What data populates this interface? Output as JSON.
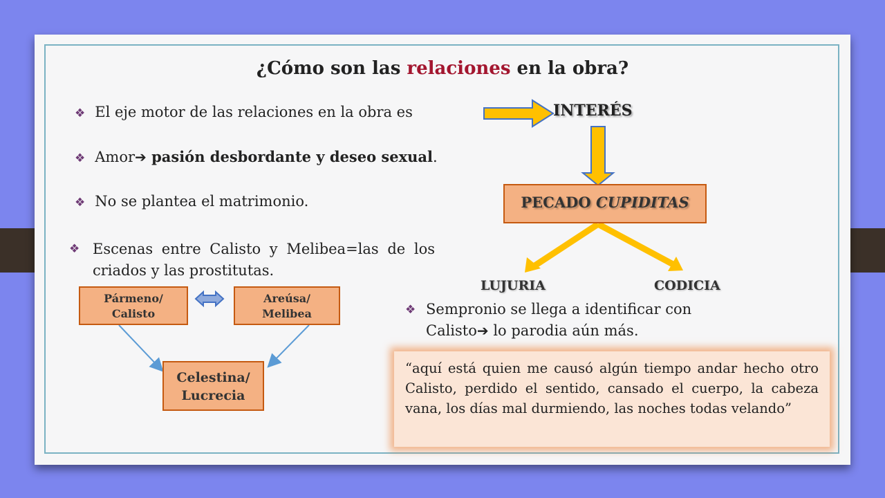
{
  "title": {
    "before": "¿Cómo son las ",
    "highlight": "relaciones",
    "after": " en la obra?"
  },
  "bullets": {
    "b1": {
      "text": "El eje motor de las relaciones en la obra es"
    },
    "b2": {
      "prefix": "Amor",
      "arrow": "➔",
      "bold": " pasión desbordante y deseo sexual",
      "suffix": "."
    },
    "b3": {
      "text": "No se plantea el matrimonio."
    },
    "b4": {
      "text": "Escenas entre Calisto y Melibea=las de los criados y las prostitutas."
    },
    "b5": {
      "line1": "Sempronio se llega a identificar con",
      "line2_prefix": "Calisto",
      "arrow": "➔",
      "line2_suffix": " lo parodia aún más."
    }
  },
  "bullet_symbol": "❖",
  "diagram": {
    "interes": "INTERÉS",
    "pecado": "PECADO ",
    "cupiditas": "CUPIDITAS",
    "lujuria": "LUJURIA",
    "codicia": "CODICIA",
    "parmeno": {
      "line1": "Pármeno/",
      "line2": "Calisto"
    },
    "areusa": {
      "line1": "Areúsa/",
      "line2": "Melibea"
    },
    "celestina": {
      "line1": "Celestina/",
      "line2": "Lucrecia"
    }
  },
  "quote": "“aquí está quien me causó algún tiempo andar hecho otro Calisto, perdido el sentido, cansado el cuerpo, la cabeza vana, los días mal durmiendo, las noches todas velando”",
  "colors": {
    "background": "#7c85ee",
    "title_highlight": "#a3162f",
    "box_fill": "#f4b183",
    "box_border": "#c55a11",
    "arrow_gold": "#ffc000",
    "connector_blue": "#5b9bd5",
    "quote_fill": "#fbe5d6"
  }
}
